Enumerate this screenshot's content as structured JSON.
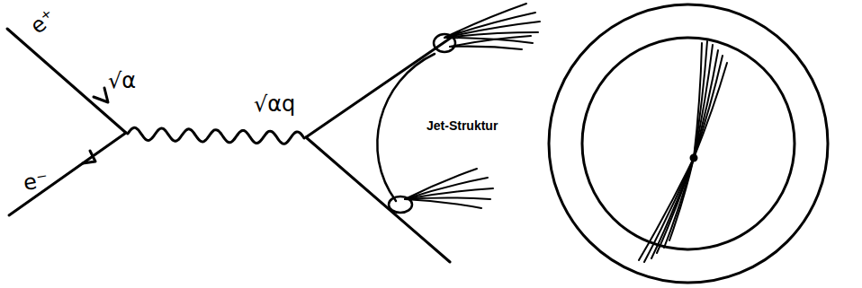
{
  "diagram": {
    "labels": [
      "e⁺",
      "e⁻",
      "√α",
      "√αq",
      "Jet-Struktur"
    ]
  }
}
